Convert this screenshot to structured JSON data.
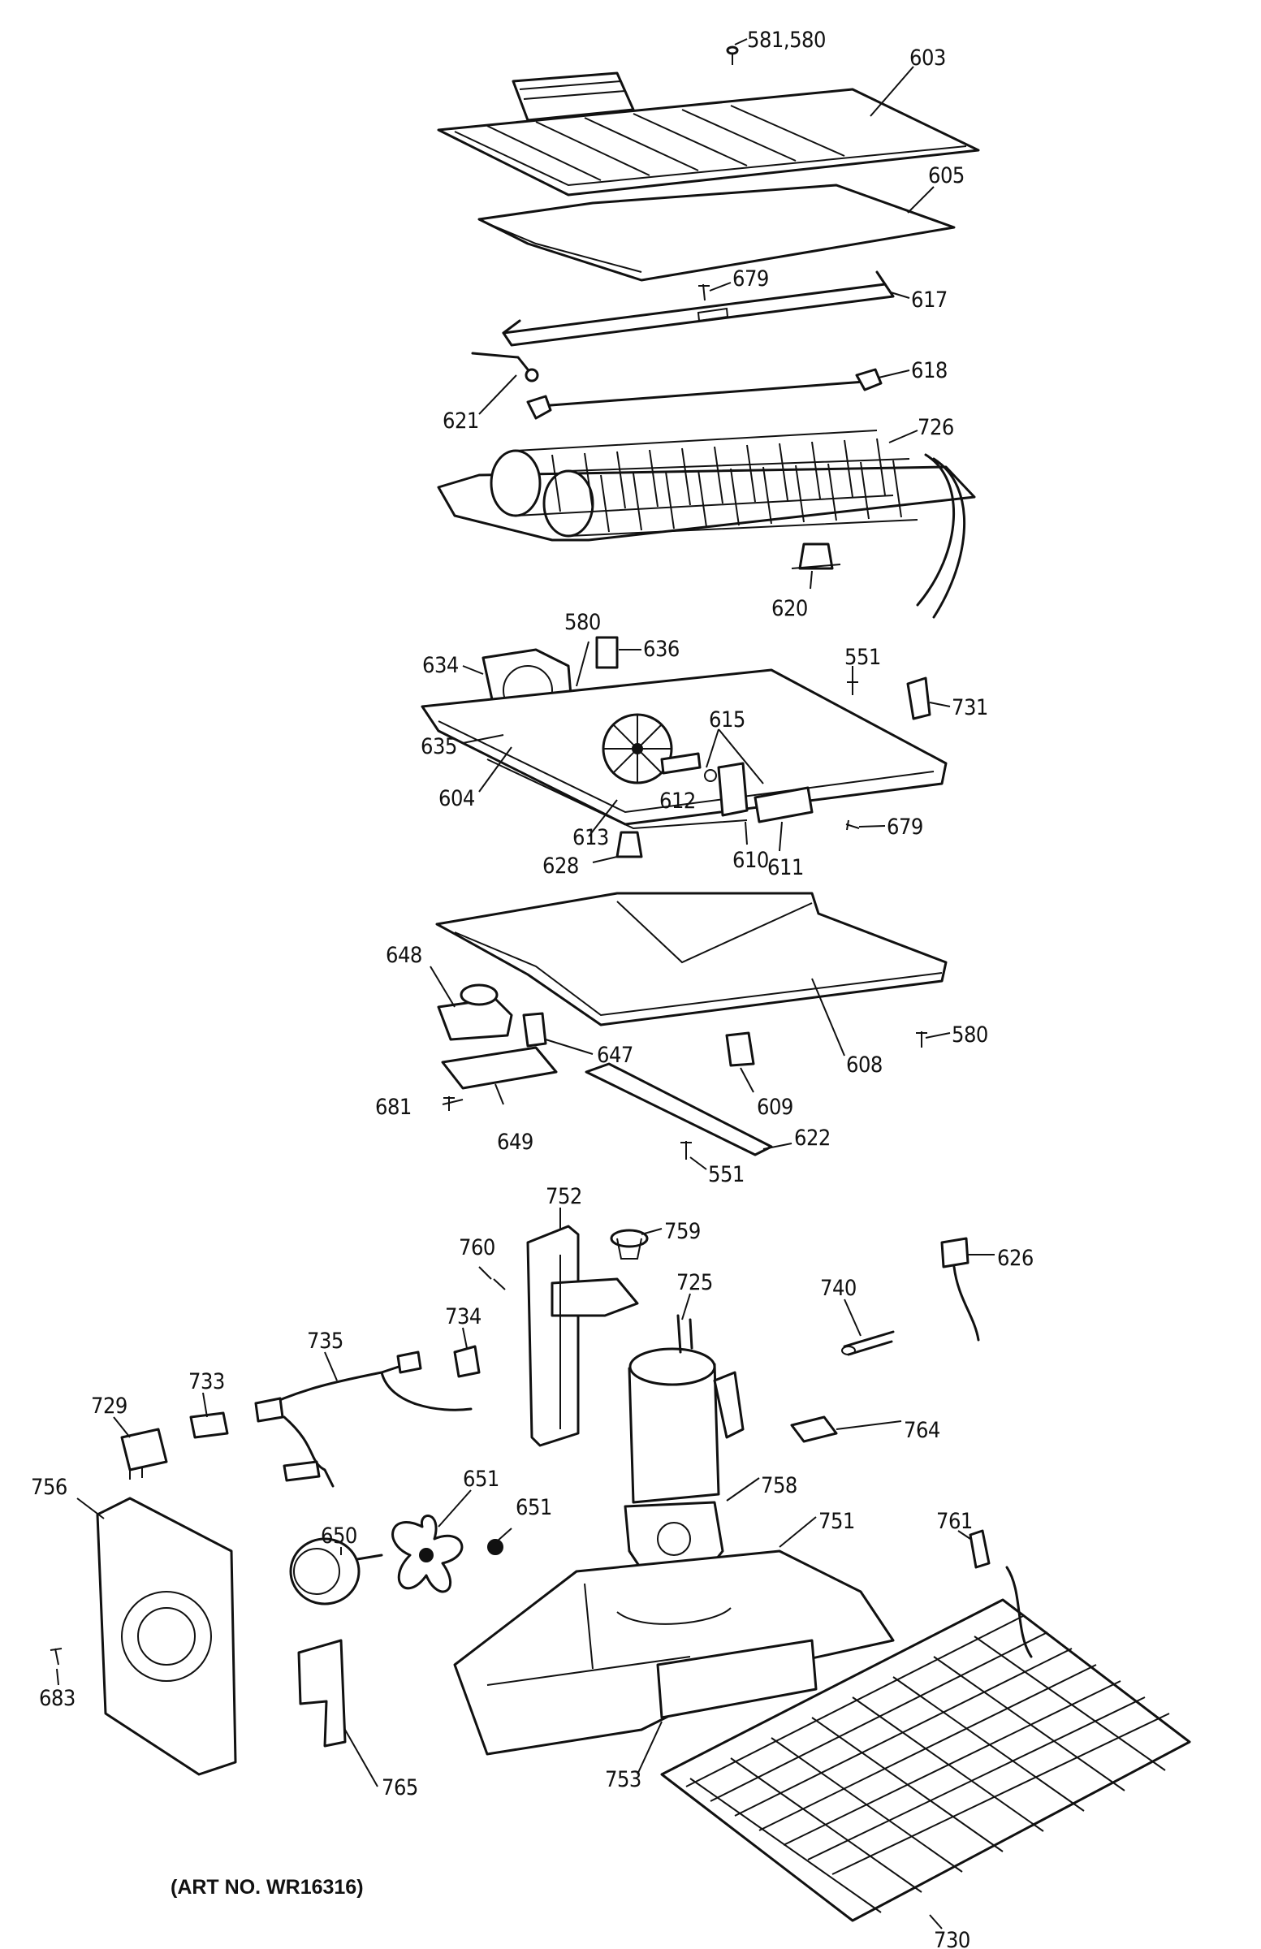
{
  "art_number": "(ART NO. WR16316)",
  "callouts": [
    {
      "id": "581-580",
      "text": "581,580"
    },
    {
      "id": "603",
      "text": "603"
    },
    {
      "id": "605",
      "text": "605"
    },
    {
      "id": "679a",
      "text": "679"
    },
    {
      "id": "617",
      "text": "617"
    },
    {
      "id": "618",
      "text": "618"
    },
    {
      "id": "621",
      "text": "621"
    },
    {
      "id": "726",
      "text": "726"
    },
    {
      "id": "620",
      "text": "620"
    },
    {
      "id": "580a",
      "text": "580"
    },
    {
      "id": "636",
      "text": "636"
    },
    {
      "id": "634",
      "text": "634"
    },
    {
      "id": "551a",
      "text": "551"
    },
    {
      "id": "731",
      "text": "731"
    },
    {
      "id": "615",
      "text": "615"
    },
    {
      "id": "635",
      "text": "635"
    },
    {
      "id": "604",
      "text": "604"
    },
    {
      "id": "612",
      "text": "612"
    },
    {
      "id": "613",
      "text": "613"
    },
    {
      "id": "679b",
      "text": "679"
    },
    {
      "id": "628",
      "text": "628"
    },
    {
      "id": "610",
      "text": "610"
    },
    {
      "id": "611",
      "text": "611"
    },
    {
      "id": "648",
      "text": "648"
    },
    {
      "id": "580b",
      "text": "580"
    },
    {
      "id": "647",
      "text": "647"
    },
    {
      "id": "608",
      "text": "608"
    },
    {
      "id": "609",
      "text": "609"
    },
    {
      "id": "681",
      "text": "681"
    },
    {
      "id": "649",
      "text": "649"
    },
    {
      "id": "622",
      "text": "622"
    },
    {
      "id": "551b",
      "text": "551"
    },
    {
      "id": "752",
      "text": "752"
    },
    {
      "id": "759",
      "text": "759"
    },
    {
      "id": "760",
      "text": "760"
    },
    {
      "id": "626",
      "text": "626"
    },
    {
      "id": "725",
      "text": "725"
    },
    {
      "id": "740",
      "text": "740"
    },
    {
      "id": "734",
      "text": "734"
    },
    {
      "id": "735",
      "text": "735"
    },
    {
      "id": "733",
      "text": "733"
    },
    {
      "id": "729",
      "text": "729"
    },
    {
      "id": "764",
      "text": "764"
    },
    {
      "id": "651a",
      "text": "651"
    },
    {
      "id": "651b",
      "text": "651"
    },
    {
      "id": "758",
      "text": "758"
    },
    {
      "id": "751",
      "text": "751"
    },
    {
      "id": "650",
      "text": "650"
    },
    {
      "id": "756",
      "text": "756"
    },
    {
      "id": "761",
      "text": "761"
    },
    {
      "id": "683",
      "text": "683"
    },
    {
      "id": "765",
      "text": "765"
    },
    {
      "id": "753",
      "text": "753"
    },
    {
      "id": "730",
      "text": "730"
    }
  ]
}
